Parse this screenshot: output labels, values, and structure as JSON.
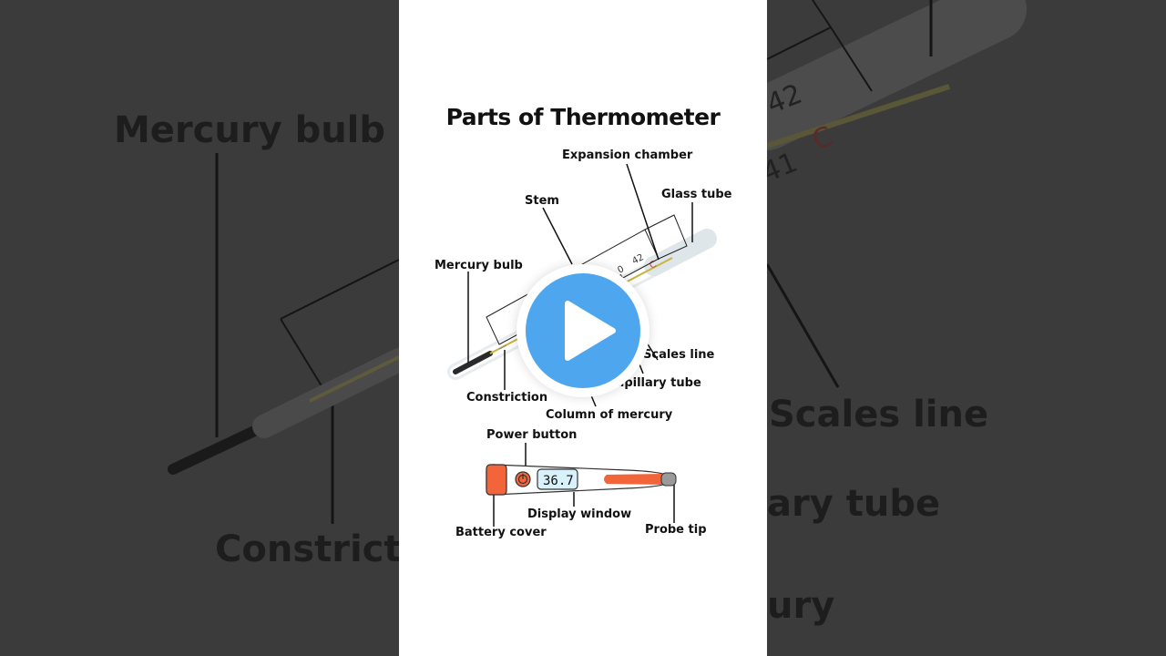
{
  "title": "Parts of Thermometer",
  "labels": {
    "expansion_chamber": "Expansion chamber",
    "stem": "Stem",
    "glass_tube": "Glass tube",
    "mercury_bulb": "Mercury bulb",
    "scales_line": "Scales line",
    "capillary_tube": "Capillary tube",
    "constriction": "Constriction",
    "column_of_mercury": "Column of mercury",
    "power_button": "Power button",
    "display_window": "Display window",
    "battery_cover": "Battery cover",
    "probe_tip": "Probe tip"
  },
  "scale_numbers": {
    "n42": "42",
    "n41": "41",
    "n0": "0",
    "c": "C"
  },
  "digital_reading": "36.7",
  "background_labels": {
    "mercury_bulb": "Mercury bulb",
    "constriction": "Constricti",
    "scales_line": "Scales line",
    "capillary": "ary tube",
    "mercury": "ury",
    "n42": "42",
    "n41": "41",
    "c": "C"
  },
  "colors": {
    "play_button": "#4da6ee",
    "probe_orange": "#f2643a",
    "display_fill": "#d8f1fb",
    "background": "#3b3b3b"
  },
  "icons": {
    "play": "play-icon",
    "power": "power-icon"
  }
}
